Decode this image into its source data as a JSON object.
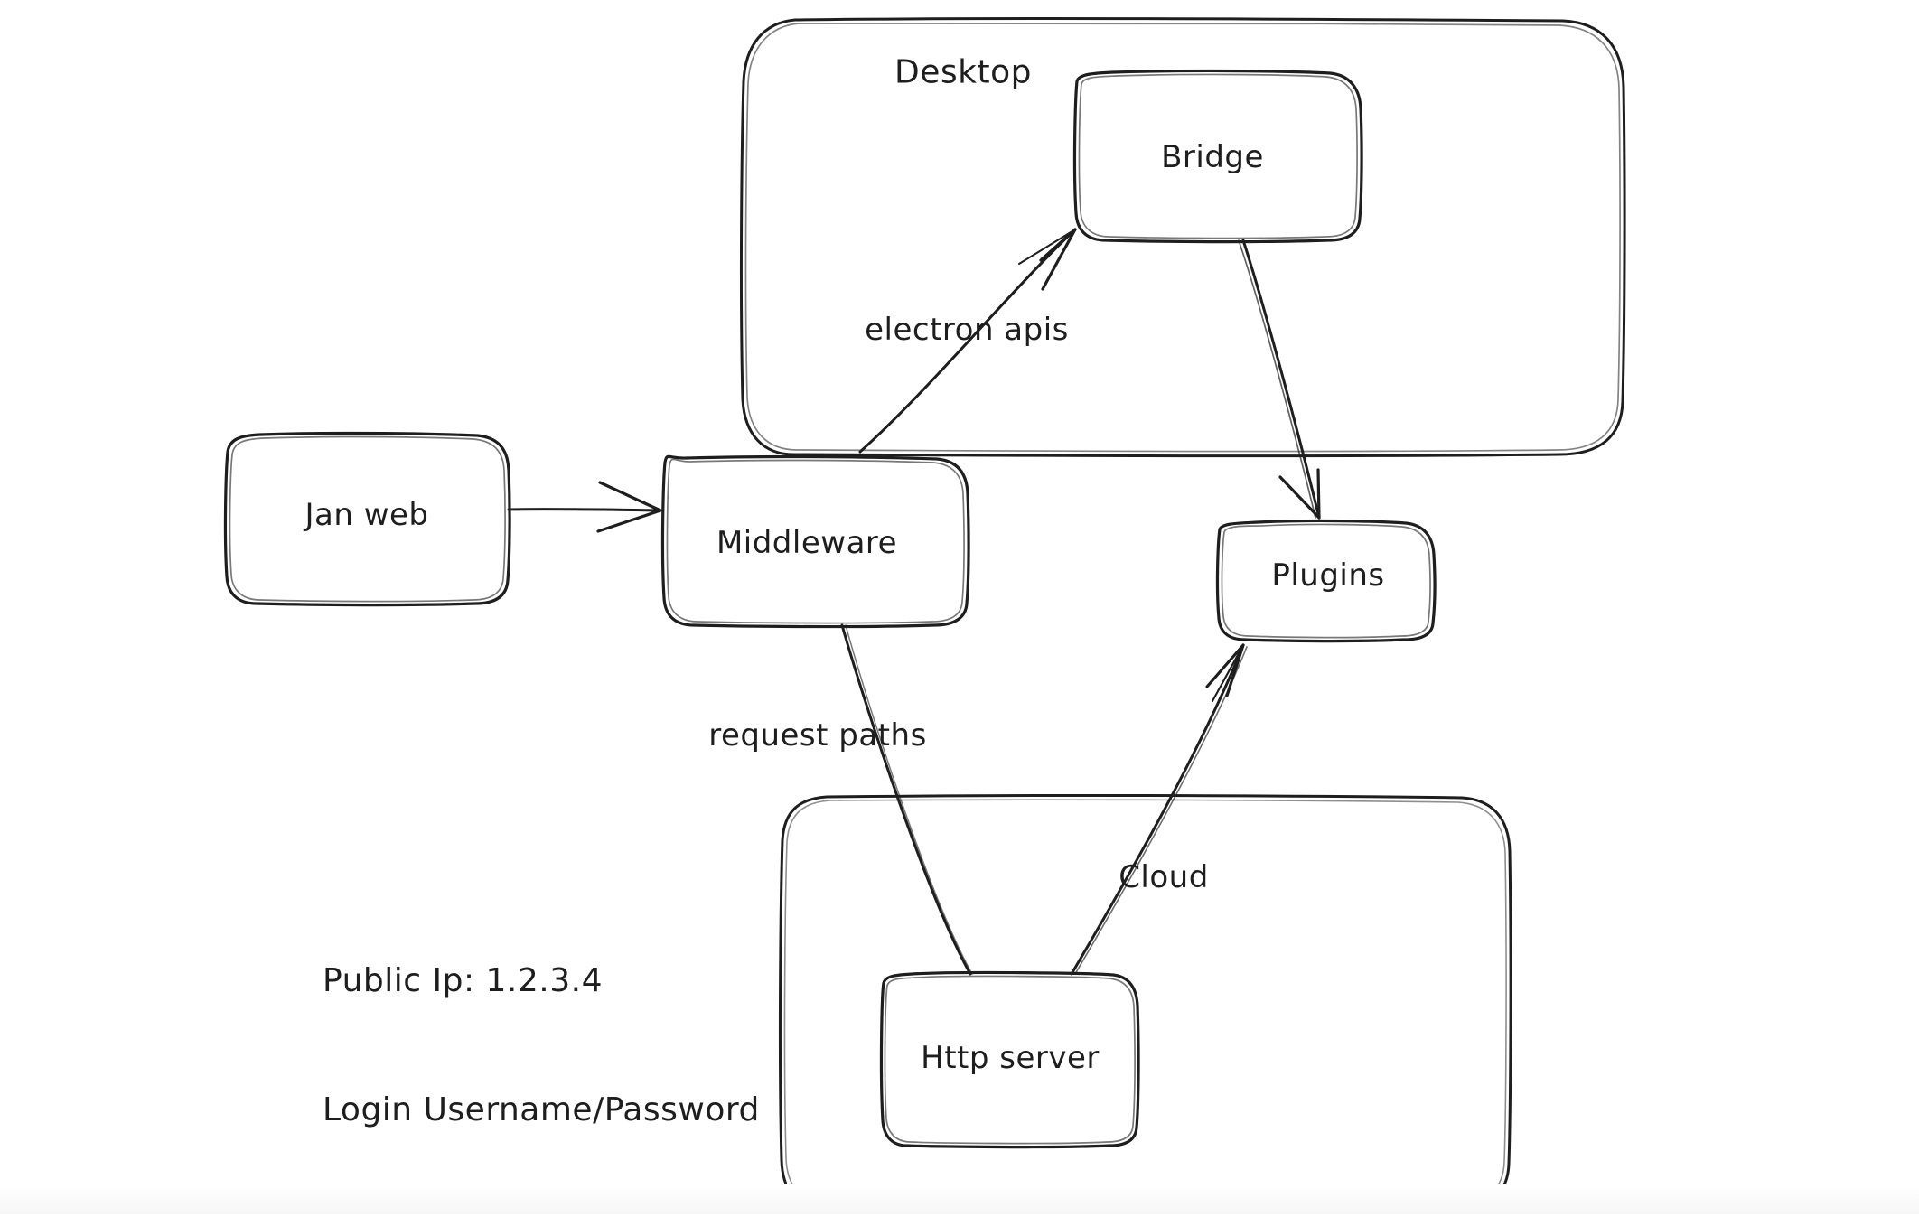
{
  "diagram": {
    "title": "Jan architecture sketch",
    "style": "hand-drawn",
    "background_color": "#ffffff",
    "stroke_color": "#1e1e1e"
  },
  "groups": [
    {
      "id": "desktop",
      "label": "Desktop"
    },
    {
      "id": "cloud",
      "label": ""
    }
  ],
  "nodes": [
    {
      "id": "jan-web",
      "label": "Jan web"
    },
    {
      "id": "middleware",
      "label": "Middleware"
    },
    {
      "id": "bridge",
      "label": "Bridge"
    },
    {
      "id": "plugins",
      "label": "Plugins"
    },
    {
      "id": "http-server",
      "label": "Http server"
    }
  ],
  "edges": [
    {
      "id": "janweb-to-middleware",
      "from": "Jan web",
      "to": "Middleware",
      "label": ""
    },
    {
      "id": "middleware-to-bridge",
      "from": "Middleware",
      "to": "Bridge",
      "label": "electron apis"
    },
    {
      "id": "bridge-to-plugins",
      "from": "Bridge",
      "to": "Plugins",
      "label": ""
    },
    {
      "id": "middleware-to-http",
      "from": "Middleware",
      "to": "Http server",
      "label": "request paths"
    },
    {
      "id": "http-to-plugins",
      "from": "Http server",
      "to": "Plugins",
      "label": "Cloud"
    }
  ],
  "notes": {
    "public_ip": "Public Ip: 1.2.3.4",
    "login": "Login Username/Password"
  }
}
